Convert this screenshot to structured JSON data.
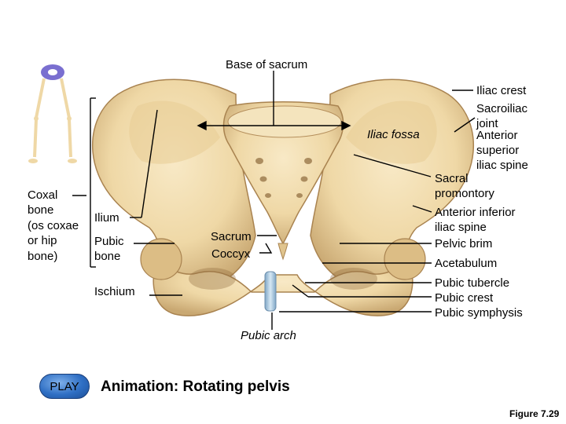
{
  "labels": {
    "base_of_sacrum": "Base of sacrum",
    "iliac_crest": "Iliac crest",
    "sacroiliac_joint_1": "Sacroiliac",
    "sacroiliac_joint_2": "joint",
    "iliac_fossa": "Iliac fossa",
    "asis_1": "Anterior",
    "asis_2": "superior",
    "asis_3": "iliac spine",
    "sacral_promontory_1": "Sacral",
    "sacral_promontory_2": "promontory",
    "aiis_1": "Anterior inferior",
    "aiis_2": "iliac spine",
    "pelvic_brim": "Pelvic brim",
    "acetabulum": "Acetabulum",
    "pubic_tubercle": "Pubic tubercle",
    "pubic_crest": "Pubic crest",
    "pubic_symphysis": "Pubic symphysis",
    "pubic_arch": "Pubic arch",
    "sacrum": "Sacrum",
    "coccyx": "Coccyx",
    "coxal_1": "Coxal",
    "coxal_2": "bone",
    "coxal_3": "(os coxae",
    "coxal_4": "or hip",
    "coxal_5": "bone)",
    "ilium": "Ilium",
    "pubic_bone_1": "Pubic",
    "pubic_bone_2": "bone",
    "ischium": "Ischium"
  },
  "play_label": "PLAY",
  "animation_title": "Animation: Rotating pelvis",
  "figure_number": "Figure 7.29",
  "colors": {
    "bone": "#efd8a6",
    "bone_shadow": "#c9a872",
    "bone_dark": "#a98350",
    "cartilage": "#a8c8e0",
    "play_button": "#2f6fc4"
  }
}
